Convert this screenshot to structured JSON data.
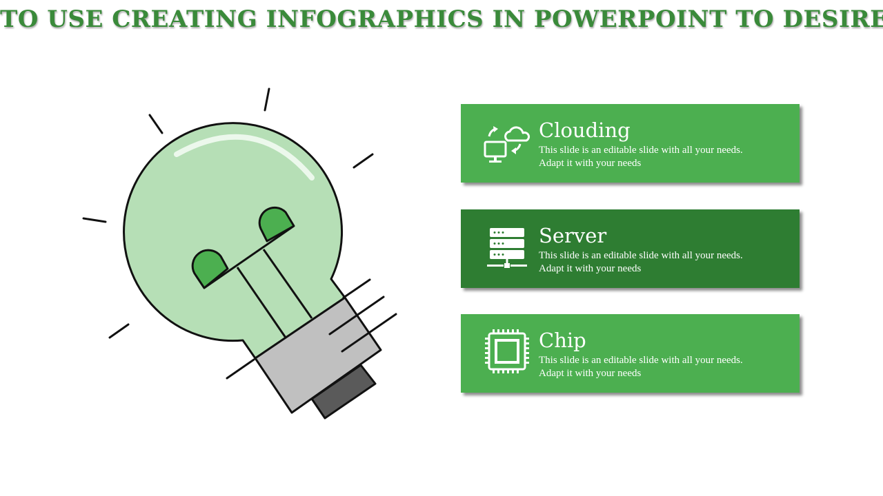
{
  "title": "TO USE CREATING INFOGRAPHICS IN POWERPOINT TO DESIRE",
  "colors": {
    "title": "#3a8a3a",
    "card_light": "#4caf50",
    "card_dark": "#2e7d32",
    "bulb_glass": "#b6dfb6",
    "bulb_filament": "#4caf50",
    "bulb_base": "#c0c0c0",
    "bulb_tip": "#5a5a5a"
  },
  "items": [
    {
      "heading": "Clouding",
      "line1": "This slide is an editable slide with all your needs.",
      "line2": "Adapt it with your needs",
      "icon": "cloud-computer-sync-icon",
      "color": "#4caf50"
    },
    {
      "heading": "Server",
      "line1": "This slide is an editable slide with all your needs.",
      "line2": "Adapt it with your needs",
      "icon": "server-icon",
      "color": "#2e7d32"
    },
    {
      "heading": "Chip",
      "line1": "This slide is an editable slide with all your needs.",
      "line2": "Adapt it with your needs",
      "icon": "chip-icon",
      "color": "#4caf50"
    }
  ]
}
